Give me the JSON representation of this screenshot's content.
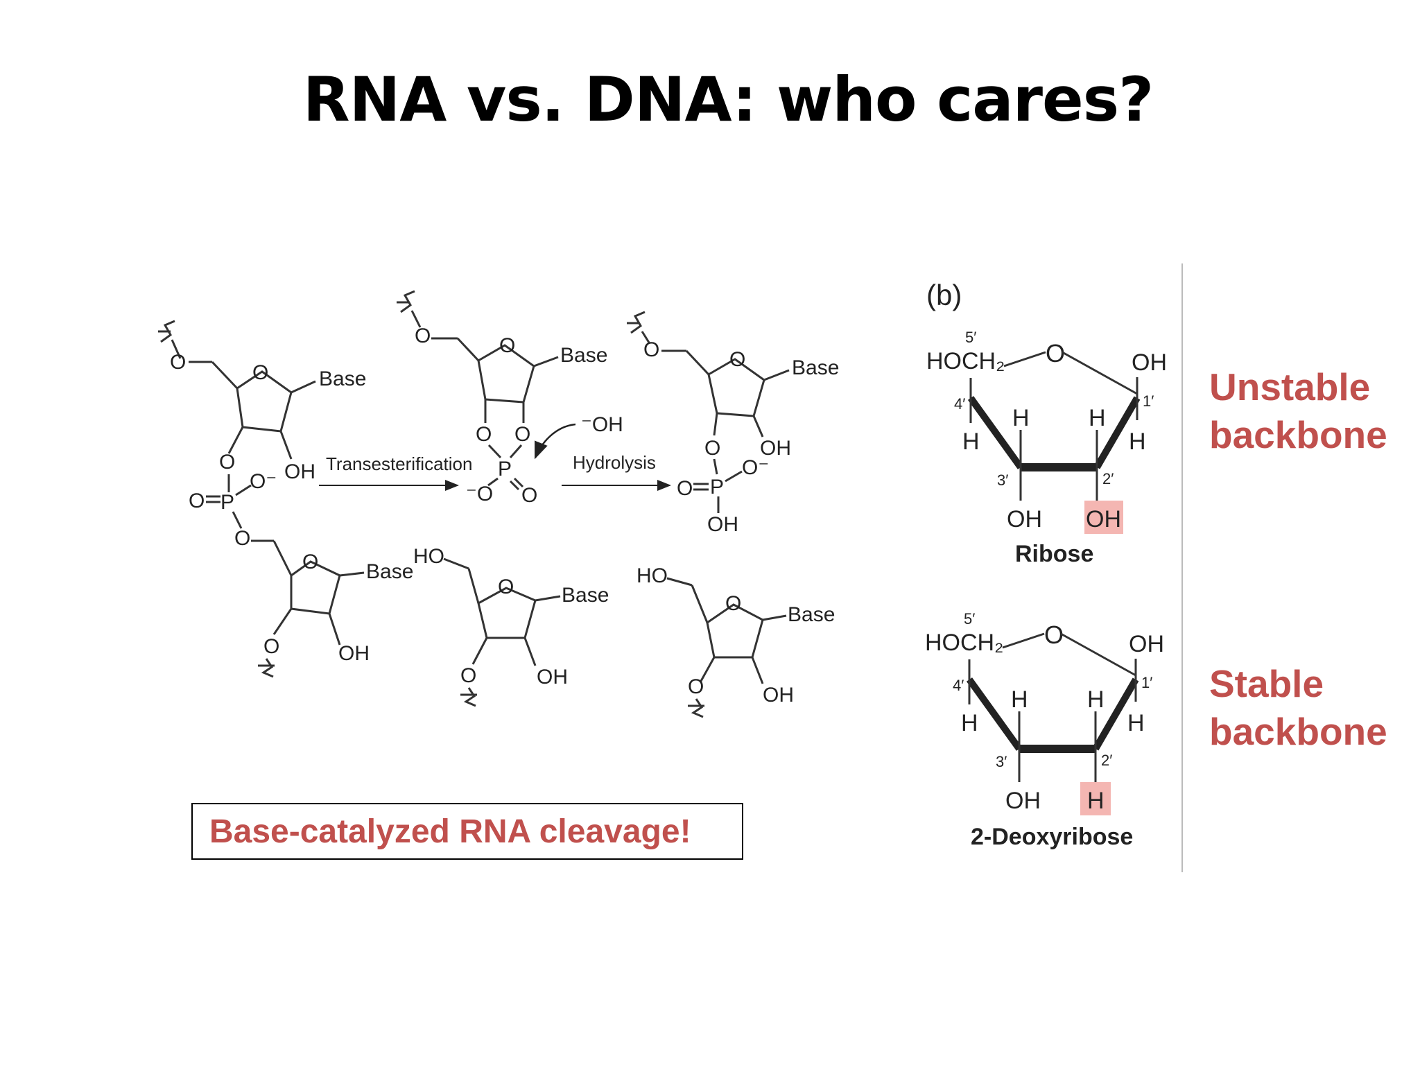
{
  "slide": {
    "title": "RNA vs. DNA: who cares?"
  },
  "reaction": {
    "base_label": "Base",
    "hydroxide": "⁻OH",
    "transesterification": "Transesterification",
    "hydrolysis": "Hydrolysis",
    "atoms": {
      "O": "O",
      "P": "P",
      "OH": "OH",
      "HO": "HO",
      "H": "H",
      "O_minus": "O⁻",
      "minus_O": "⁻O"
    },
    "caption": "Base-catalyzed RNA cleavage!"
  },
  "sugars": {
    "panel_label": "(b)",
    "hoch2": "HOCH₂",
    "primes": {
      "five": "5′",
      "four": "4′",
      "three": "3′",
      "two": "2′",
      "one": "1′"
    },
    "ribose": {
      "name": "Ribose",
      "c2_substituent": "OH"
    },
    "deoxyribose": {
      "name": "2-Deoxyribose",
      "c2_substituent": "H"
    },
    "highlight_color": "#f4b6b2"
  },
  "notes": {
    "unstable": "Unstable backbone",
    "stable": "Stable backbone",
    "color": "#c0504d"
  }
}
